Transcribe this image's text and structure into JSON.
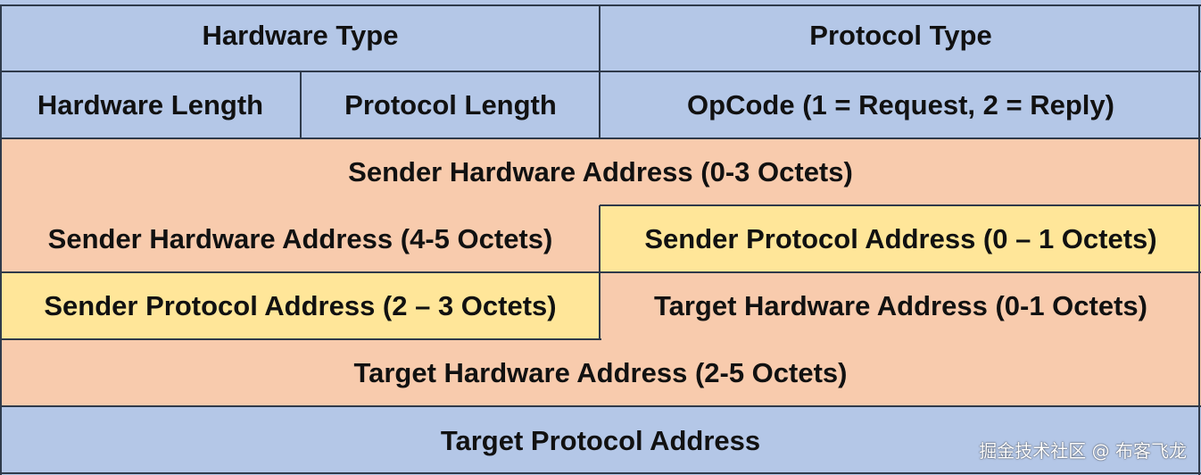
{
  "rows": {
    "r1": {
      "hardware_type": "Hardware Type",
      "protocol_type": "Protocol Type"
    },
    "r2": {
      "hardware_length": "Hardware Length",
      "protocol_length": "Protocol Length",
      "opcode": "OpCode (1 = Request, 2 = Reply)"
    },
    "r3": {
      "sender_hw_0_3": "Sender Hardware Address (0-3 Octets)"
    },
    "r4": {
      "sender_hw_4_5": "Sender Hardware Address (4-5 Octets)",
      "sender_proto_0_1": "Sender Protocol Address (0 – 1 Octets)"
    },
    "r5": {
      "sender_proto_2_3": "Sender Protocol Address (2 – 3 Octets)",
      "target_hw_0_1": "Target Hardware Address (0-1 Octets)"
    },
    "r6": {
      "target_hw_2_5": "Target Hardware Address (2-5 Octets)"
    },
    "r7": {
      "target_proto": "Target Protocol Address"
    }
  },
  "colors": {
    "header_fields": "#b4c7e7",
    "hardware_address": "#f8cbad",
    "protocol_address": "#ffe699",
    "border": "#2f3a4a"
  },
  "watermark": "掘金技术社区 @ 布客飞龙"
}
